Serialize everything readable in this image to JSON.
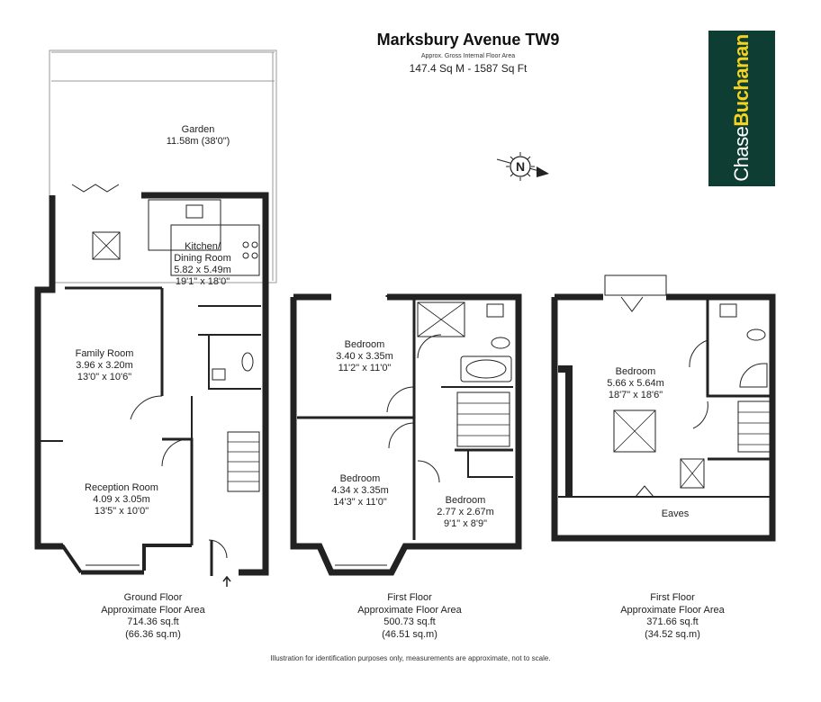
{
  "header": {
    "title": "Marksbury Avenue TW9",
    "subtitle": "Approx. Gross Internal Floor Area",
    "total_area": "147.4 Sq M - 1587 Sq Ft"
  },
  "logo": {
    "part1": "Chase",
    "part2": "Buchanan",
    "bg_color": "#0e3d33",
    "accent_color": "#f5d21d"
  },
  "compass": {
    "label": "N",
    "icon": "north-arrow-icon"
  },
  "rooms": {
    "garden": {
      "name": "Garden",
      "dims": "11.58m (38'0\")"
    },
    "kitchen": {
      "name1": "Kitchen/",
      "name2": "Dining Room",
      "metric": "5.82 x 5.49m",
      "imperial": "19'1\" x 18'0\""
    },
    "family": {
      "name": "Family Room",
      "metric": "3.96 x 3.20m",
      "imperial": "13'0\" x 10'6\""
    },
    "reception": {
      "name": "Reception Room",
      "metric": "4.09 x 3.05m",
      "imperial": "13'5\" x 10'0\""
    },
    "bed1": {
      "name": "Bedroom",
      "metric": "3.40 x 3.35m",
      "imperial": "11'2\" x 11'0\""
    },
    "bed2": {
      "name": "Bedroom",
      "metric": "4.34 x 3.35m",
      "imperial": "14'3\" x 11'0\""
    },
    "bed3": {
      "name": "Bedroom",
      "metric": "2.77 x 2.67m",
      "imperial": "9'1\" x 8'9\""
    },
    "bed4": {
      "name": "Bedroom",
      "metric": "5.66 x 5.64m",
      "imperial": "18'7\" x 18'6\""
    },
    "eaves": {
      "name": "Eaves"
    }
  },
  "floors": [
    {
      "name": "Ground Floor",
      "caption": "Approximate Floor Area",
      "sqft": "714.36 sq.ft",
      "sqm": "(66.36 sq.m)"
    },
    {
      "name": "First Floor",
      "caption": "Approximate Floor Area",
      "sqft": "500.73 sq.ft",
      "sqm": "(46.51 sq.m)"
    },
    {
      "name": "First Floor",
      "caption": "Approximate Floor Area",
      "sqft": "371.66 sq.ft",
      "sqm": "(34.52 sq.m)"
    }
  ],
  "footer": {
    "disclaimer": "Illustration for identification purposes only, measurements are approximate, not to scale."
  }
}
